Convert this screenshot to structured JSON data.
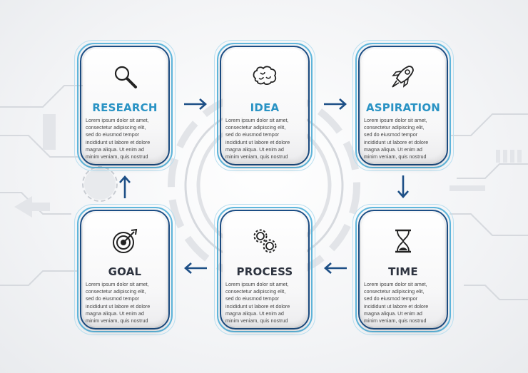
{
  "colors": {
    "title_top": "#2a93c4",
    "title_bottom": "#2e3440",
    "arrow": "#1d4f86",
    "ring_outer": "#b9dff0",
    "ring_mid": "#5fb6dc",
    "ring_inner": "#1d4f86"
  },
  "body_lines": [
    "Lorem ipsum dolor sit amet,",
    "consectetur adipiscing elit,",
    "sed do eiusmod tempor",
    "incididunt ut labore et dolore",
    "magna aliqua. Ut enim ad",
    "minim veniam, quis nostrud"
  ],
  "steps": [
    {
      "title": "RESEARCH",
      "icon": "magnifier-icon"
    },
    {
      "title": "IDEA",
      "icon": "brain-icon"
    },
    {
      "title": "ASPIRATION",
      "icon": "rocket-icon"
    },
    {
      "title": "TIME",
      "icon": "hourglass-icon"
    },
    {
      "title": "PROCESS",
      "icon": "gears-icon"
    },
    {
      "title": "GOAL",
      "icon": "target-icon"
    }
  ]
}
